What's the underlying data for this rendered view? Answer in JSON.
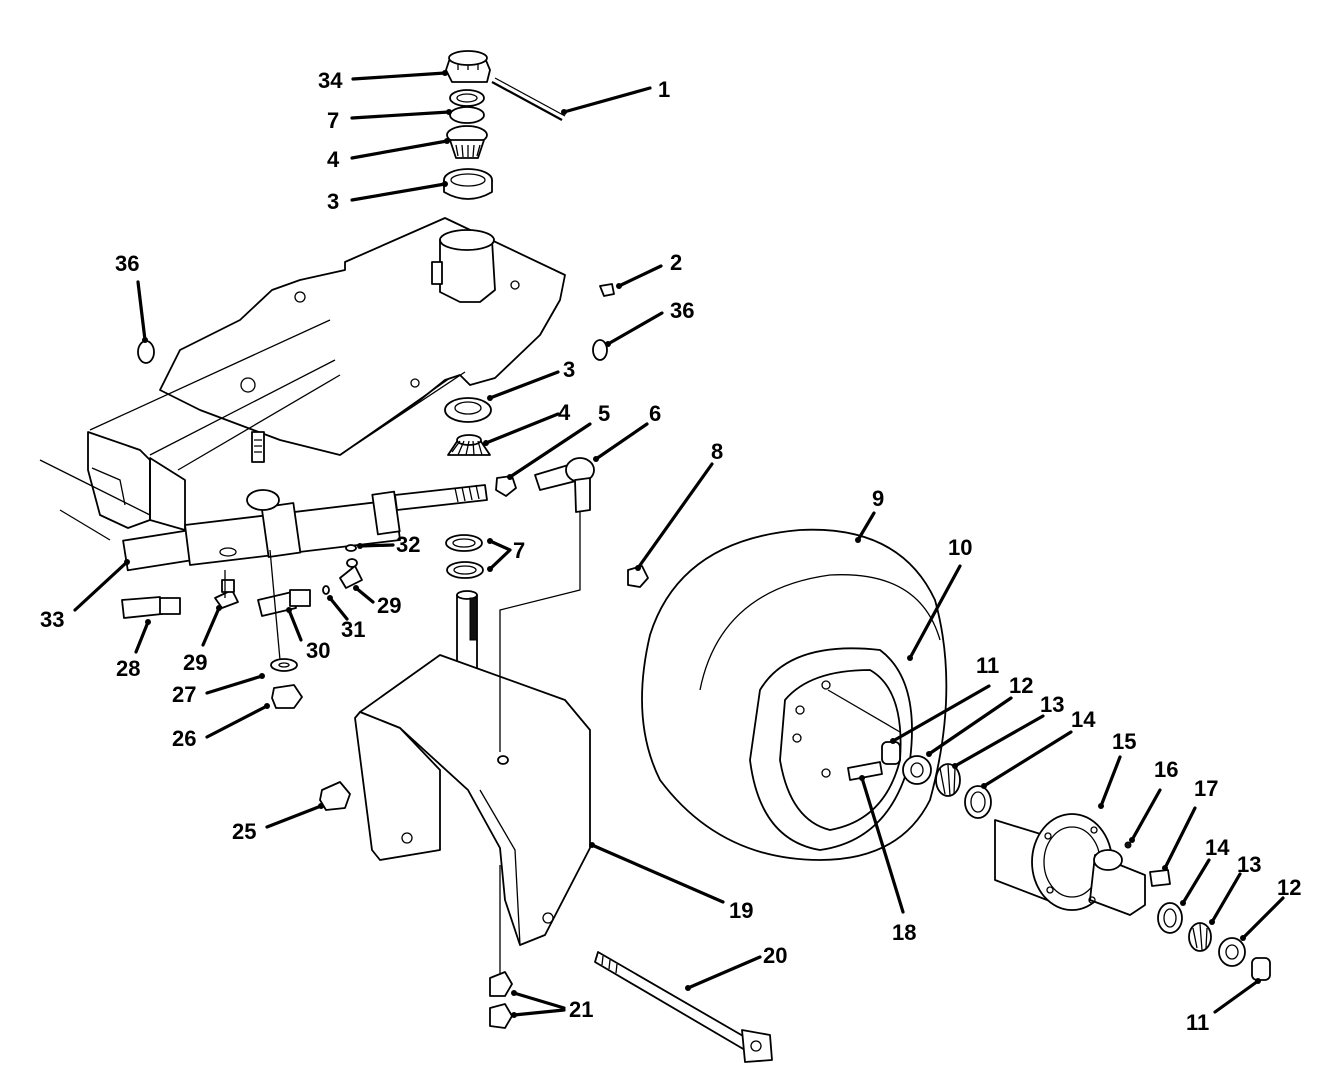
{
  "diagram": {
    "callouts": [
      {
        "id": "c34a",
        "label": "34"
      },
      {
        "id": "c1",
        "label": "1"
      },
      {
        "id": "c7a",
        "label": "7"
      },
      {
        "id": "c4a",
        "label": "4"
      },
      {
        "id": "c3a",
        "label": "3"
      },
      {
        "id": "c36a",
        "label": "36"
      },
      {
        "id": "c2",
        "label": "2"
      },
      {
        "id": "c36b",
        "label": "36"
      },
      {
        "id": "c3b",
        "label": "3"
      },
      {
        "id": "c4b",
        "label": "4"
      },
      {
        "id": "c5",
        "label": "5"
      },
      {
        "id": "c6",
        "label": "6"
      },
      {
        "id": "c8",
        "label": "8"
      },
      {
        "id": "c9",
        "label": "9"
      },
      {
        "id": "c10",
        "label": "10"
      },
      {
        "id": "c32",
        "label": "32"
      },
      {
        "id": "c7b",
        "label": "7"
      },
      {
        "id": "c33",
        "label": "33"
      },
      {
        "id": "c29a",
        "label": "29"
      },
      {
        "id": "c29b",
        "label": "29"
      },
      {
        "id": "c31",
        "label": "31"
      },
      {
        "id": "c30",
        "label": "30"
      },
      {
        "id": "c28",
        "label": "28"
      },
      {
        "id": "c27",
        "label": "27"
      },
      {
        "id": "c26",
        "label": "26"
      },
      {
        "id": "c11a",
        "label": "11"
      },
      {
        "id": "c12a",
        "label": "12"
      },
      {
        "id": "c13a",
        "label": "13"
      },
      {
        "id": "c14a",
        "label": "14"
      },
      {
        "id": "c15",
        "label": "15"
      },
      {
        "id": "c16",
        "label": "16"
      },
      {
        "id": "c17",
        "label": "17"
      },
      {
        "id": "c25",
        "label": "25"
      },
      {
        "id": "c19",
        "label": "19"
      },
      {
        "id": "c18",
        "label": "18"
      },
      {
        "id": "c14b",
        "label": "14"
      },
      {
        "id": "c13b",
        "label": "13"
      },
      {
        "id": "c12b",
        "label": "12"
      },
      {
        "id": "c20",
        "label": "20"
      },
      {
        "id": "c21",
        "label": "21"
      },
      {
        "id": "c11b",
        "label": "11"
      }
    ]
  }
}
